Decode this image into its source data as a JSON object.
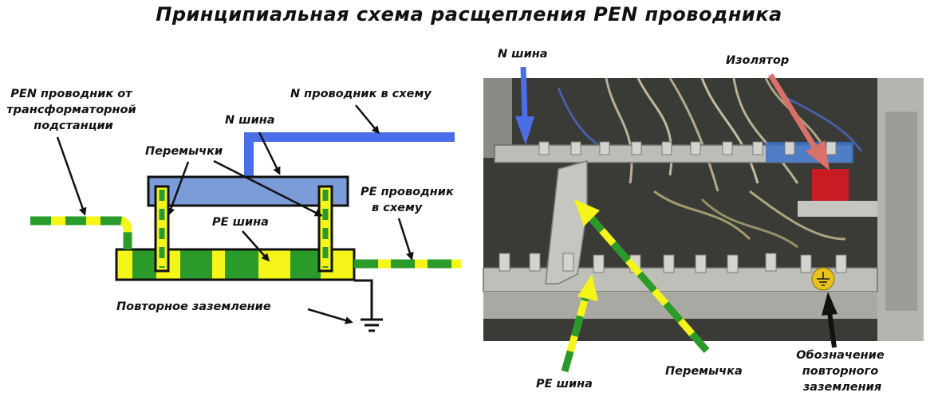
{
  "title": "Принципиальная схема расщепления PEN проводника",
  "schematic": {
    "pen_from_substation": [
      "PEN проводник от",
      "трансформаторной",
      "подстанции"
    ],
    "n_to_circuit": "N проводник в схему",
    "n_bus": "N шина",
    "jumpers": "Перемычки",
    "pe_bus": "PE шина",
    "pe_to_circuit": [
      "PE проводник",
      "в схему"
    ],
    "re_grounding": "Повторное заземление"
  },
  "photo": {
    "n_bus": "N шина",
    "insulator": "Изолятор",
    "pe_bus": "PE шина",
    "jumper": "Перемычка",
    "grounding_mark": [
      "Обозначение",
      "повторного",
      "заземления"
    ]
  },
  "colors": {
    "n_conductor": "#4a6ee8",
    "n_bus": "#7b9cd8",
    "pe_yellow": "#f5f51a",
    "pe_green": "#2a9a2a",
    "insulator": "#d9706a"
  }
}
